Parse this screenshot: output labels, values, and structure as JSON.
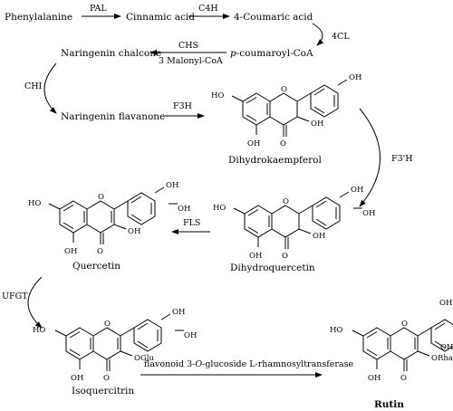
{
  "compounds": {
    "phenylalanine": "Phenylalanine",
    "cinnamic_acid": "Cinnamic acid",
    "coumaric_acid": "4-Coumaric acid",
    "coumaroyl_coa_prefix": "p",
    "coumaroyl_coa_rest": "-coumaroyl-CoA",
    "naringenin_chalcone": "Naringenin chalcone",
    "malonyl_coa": "3 Malonyl-CoA",
    "naringenin_flavanone": "Naringenin flavanone",
    "dihydrokaempferol": "Dihydrokaempferol",
    "dihydroquercetin": "Dihydroquercetin",
    "quercetin": "Quercetin",
    "isoquercitrin": "Isoquercitrin",
    "rutin": "Rutin"
  },
  "enzymes": {
    "pal": "PAL",
    "c4h": "C4H",
    "four_cl": "4CL",
    "chs": "CHS",
    "chi": "CHI",
    "f3h": "F3H",
    "f3prime_h": "F3'H",
    "fls": "FLS",
    "ufgt": "UFGT",
    "rhamnosyltransferase_a": "flavonoid 3-",
    "rhamnosyltransferase_o": "O",
    "rhamnosyltransferase_b": "-glucoside L-rhamnosyltransferase"
  },
  "atoms": {
    "ho": "HO",
    "oh": "OH",
    "o": "O",
    "oglu": "OGlu",
    "orha": "ORha"
  }
}
